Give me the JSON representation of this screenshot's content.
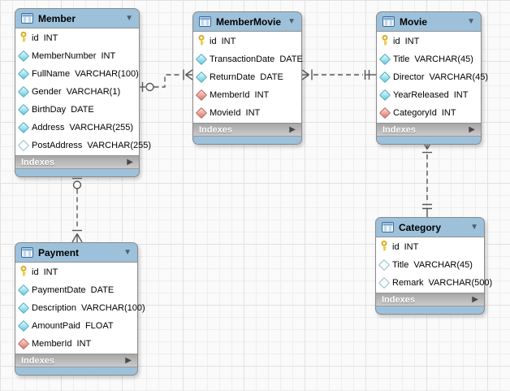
{
  "ui": {
    "collapse_glyph": "▼",
    "expand_glyph": "▶",
    "colors": {
      "table_header": "#9dc1db",
      "table_body": "#ffffff",
      "indexes_bar": "#b5b5b5",
      "connector": "#585858",
      "canvas_background": "#fafafa",
      "primary_key_icon": "#e7c53b",
      "attribute_icon": "#7fd8e8",
      "foreign_key_icon": "#e09088"
    }
  },
  "tables": [
    {
      "title": "Member",
      "indexes_label": "Indexes",
      "columns": [
        {
          "name": "id",
          "type": "INT",
          "icon": "primary-key"
        },
        {
          "name": "MemberNumber",
          "type": "INT",
          "icon": "column"
        },
        {
          "name": "FullName",
          "type": "VARCHAR(100)",
          "icon": "column"
        },
        {
          "name": "Gender",
          "type": "VARCHAR(1)",
          "icon": "column"
        },
        {
          "name": "BirthDay",
          "type": "DATE",
          "icon": "column"
        },
        {
          "name": "Address",
          "type": "VARCHAR(255)",
          "icon": "column"
        },
        {
          "name": "PostAddress",
          "type": "VARCHAR(255)",
          "icon": "column-nullable"
        }
      ]
    },
    {
      "title": "MemberMovie",
      "indexes_label": "Indexes",
      "columns": [
        {
          "name": "id",
          "type": "INT",
          "icon": "primary-key"
        },
        {
          "name": "TransactionDate",
          "type": "DATE",
          "icon": "column"
        },
        {
          "name": "ReturnDate",
          "type": "DATE",
          "icon": "column"
        },
        {
          "name": "MemberId",
          "type": "INT",
          "icon": "foreign-key"
        },
        {
          "name": "MovieId",
          "type": "INT",
          "icon": "foreign-key"
        }
      ]
    },
    {
      "title": "Movie",
      "indexes_label": "Indexes",
      "columns": [
        {
          "name": "id",
          "type": "INT",
          "icon": "primary-key"
        },
        {
          "name": "Title",
          "type": "VARCHAR(45)",
          "icon": "column"
        },
        {
          "name": "Director",
          "type": "VARCHAR(45)",
          "icon": "column"
        },
        {
          "name": "YearReleased",
          "type": "INT",
          "icon": "column"
        },
        {
          "name": "CategoryId",
          "type": "INT",
          "icon": "foreign-key"
        }
      ]
    },
    {
      "title": "Payment",
      "indexes_label": "Indexes",
      "columns": [
        {
          "name": "id",
          "type": "INT",
          "icon": "primary-key"
        },
        {
          "name": "PaymentDate",
          "type": "DATE",
          "icon": "column"
        },
        {
          "name": "Description",
          "type": "VARCHAR(100)",
          "icon": "column"
        },
        {
          "name": "AmountPaid",
          "type": "FLOAT",
          "icon": "column"
        },
        {
          "name": "MemberId",
          "type": "INT",
          "icon": "foreign-key"
        }
      ]
    },
    {
      "title": "Category",
      "indexes_label": "Indexes",
      "columns": [
        {
          "name": "id",
          "type": "INT",
          "icon": "primary-key"
        },
        {
          "name": "Title",
          "type": "VARCHAR(45)",
          "icon": "column-nullable"
        },
        {
          "name": "Remark",
          "type": "VARCHAR(500)",
          "icon": "column-nullable"
        }
      ]
    }
  ],
  "relationships": [
    {
      "from": "Member",
      "to": "MemberMovie",
      "from_end": "zero-or-one",
      "to_end": "one-to-many",
      "style": "dashed"
    },
    {
      "from": "MemberMovie",
      "to": "Movie",
      "from_end": "many",
      "to_end": "exactly-one",
      "style": "dashed"
    },
    {
      "from": "Member",
      "to": "Payment",
      "from_end": "zero-or-one",
      "to_end": "one-to-many",
      "style": "dashed"
    },
    {
      "from": "Movie",
      "to": "Category",
      "from_end": "many",
      "to_end": "exactly-one",
      "style": "dashed"
    }
  ]
}
